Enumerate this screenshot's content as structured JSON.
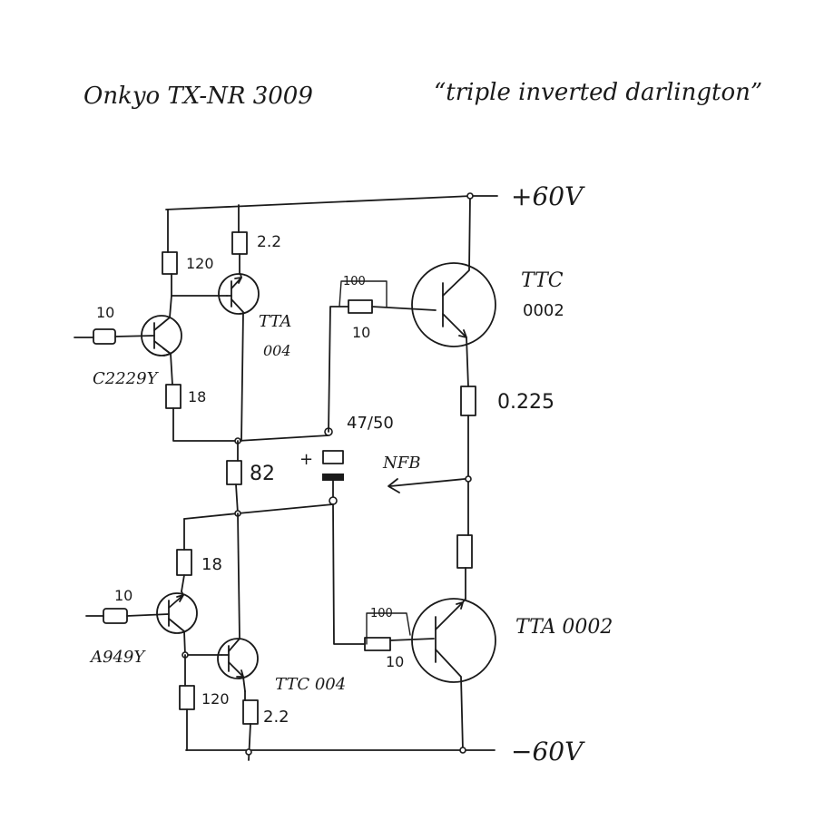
{
  "header": {
    "model": "Onkyo TX-NR 3009",
    "topology": "“triple inverted darlington”"
  },
  "rails": {
    "positive": "+60V",
    "negative": "−60V"
  },
  "upper_half": {
    "input_resistor": "10",
    "input_transistor": "C2229Y",
    "emitter_resistor": "18",
    "collector_resistor": "120",
    "driver_emitter_resistor": "2.2",
    "driver_transistor_line1": "TTA",
    "driver_transistor_line2": "004",
    "gate_resistor_top": "100",
    "gate_resistor": "10",
    "output_transistor_line1": "TTC",
    "output_transistor_line2": "0002",
    "output_emitter_resistor": "0.225"
  },
  "middle": {
    "capacitor_value": "47/50",
    "capacitor_polarity": "+",
    "bias_resistor": "82",
    "feedback_label": "NFB"
  },
  "lower_half": {
    "input_resistor": "10",
    "input_transistor": "A949Y",
    "emitter_resistor": "18",
    "collector_resistor": "120",
    "driver_emitter_resistor": "2.2",
    "driver_transistor": "TTC 004",
    "gate_resistor_top": "100",
    "gate_resistor": "10",
    "output_transistor": "TTA 0002"
  },
  "colors": {
    "ink": "#1a1a1a",
    "paper": "#ffffff"
  }
}
